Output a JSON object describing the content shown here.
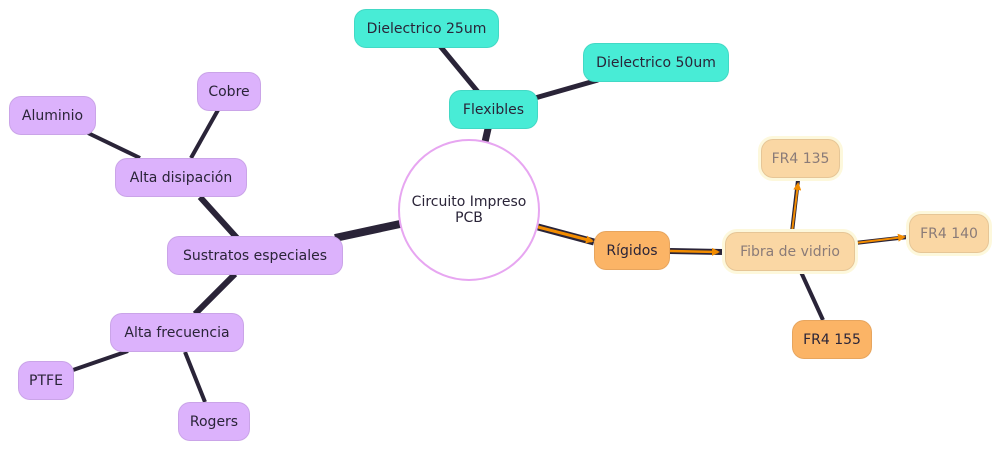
{
  "mindmap": {
    "root": {
      "line1": "Circuito Impreso",
      "line2": "PCB"
    },
    "branches": {
      "flexibles": {
        "label": "Flexibles",
        "children": [
          "Dielectrico 25um",
          "Dielectrico 50um"
        ]
      },
      "sustratos": {
        "label": "Sustratos especiales"
      },
      "alta_disipacion": {
        "label": "Alta disipación",
        "children": [
          "Aluminio",
          "Cobre"
        ]
      },
      "alta_frecuencia": {
        "label": "Alta frecuencia",
        "children": [
          "PTFE",
          "Rogers"
        ]
      },
      "rigidos": {
        "label": "Rígidos"
      },
      "fibra": {
        "label": "Fibra de vidrio",
        "children": [
          "FR4 135",
          "FR4 140",
          "FR4 155"
        ]
      }
    },
    "colors": {
      "teal": "#48ecd6",
      "purple": "#dcb2fc",
      "orange": "#fbb466",
      "faded_orange": "#fad7a4",
      "edge": "#2a2438",
      "highlight_edge": "#f28c00",
      "root_border": "#e7a6f1"
    }
  }
}
